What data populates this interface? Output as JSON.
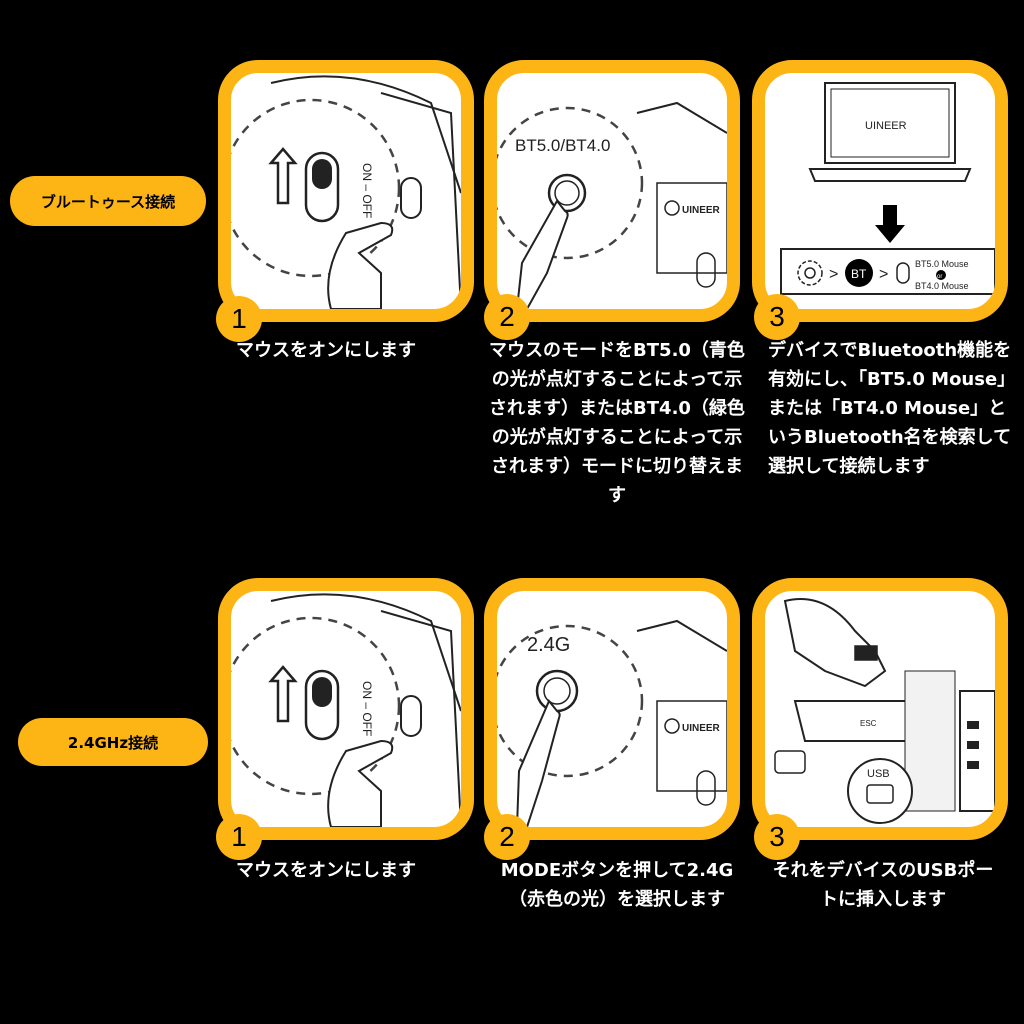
{
  "section_bt": {
    "label": "ブルートゥース接続"
  },
  "section_24": {
    "label": "2.4GHz接続"
  },
  "bt_steps": [
    {
      "num": "1",
      "caption": "マウスをオンにします",
      "switch_text": "ON – OFF"
    },
    {
      "num": "2",
      "caption": "マウスのモードをBT5.0（青色の光が点灯することによって示されます）またはBT4.0（緑色の光が点灯することによって示されます）モードに切り替えます",
      "mode_text": "BT5.0/BT4.0",
      "brand": "UINEER"
    },
    {
      "num": "3",
      "caption": "デバイスでBluetooth機能を有効にし、「BT5.0 Mouse」または「BT4.0 Mouse」というBluetooth名を検索して選択して接続します",
      "laptop_text": "UINEER",
      "bt_badge": "BT",
      "option1": "BT5.0 Mouse",
      "or_text": "or",
      "option2": "BT4.0 Mouse"
    }
  ],
  "g24_steps": [
    {
      "num": "1",
      "caption": "マウスをオンにします",
      "switch_text": "ON – OFF"
    },
    {
      "num": "2",
      "caption": "MODEボタンを押して2.4G（赤色の光）を選択します",
      "mode_text": "2.4G",
      "brand": "UINEER"
    },
    {
      "num": "3",
      "caption": "それをデバイスのUSBポートに挿入します",
      "usb_text": "USB",
      "esc_text": "ESC"
    }
  ],
  "colors": {
    "accent": "#FDB515",
    "background": "#000000"
  }
}
